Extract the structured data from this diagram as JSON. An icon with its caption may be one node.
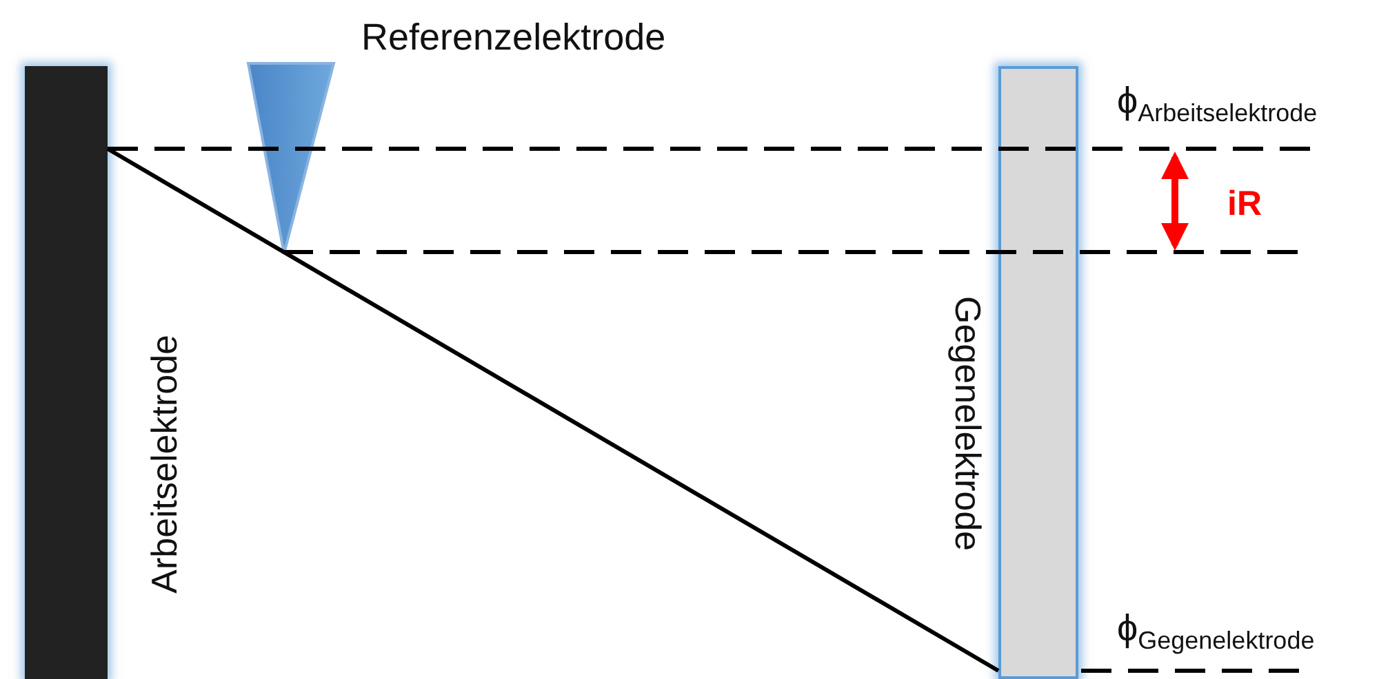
{
  "diagram": {
    "nodes": [
      {
        "text": [
          "Arbeitselektrode"
        ]
      },
      {
        "text": [
          "Referenzelektrode"
        ]
      },
      {
        "text": [
          "Gegenelektrode"
        ]
      }
    ],
    "edges": [
      {
        "from": 0,
        "to": 2,
        "arrow": "none"
      },
      {
        "from": 0,
        "to": null,
        "arrow": "none",
        "style": "dashed"
      },
      {
        "from": 1,
        "to": null,
        "arrow": "none",
        "style": "dashed"
      },
      {
        "from": 2,
        "to": null,
        "arrow": "none",
        "style": "dashed"
      }
    ],
    "labels": [
      "ϕ$_{Arbeitselektrode}$",
      "iR",
      "ϕ$_{Gegenelektrode}$"
    ]
  }
}
